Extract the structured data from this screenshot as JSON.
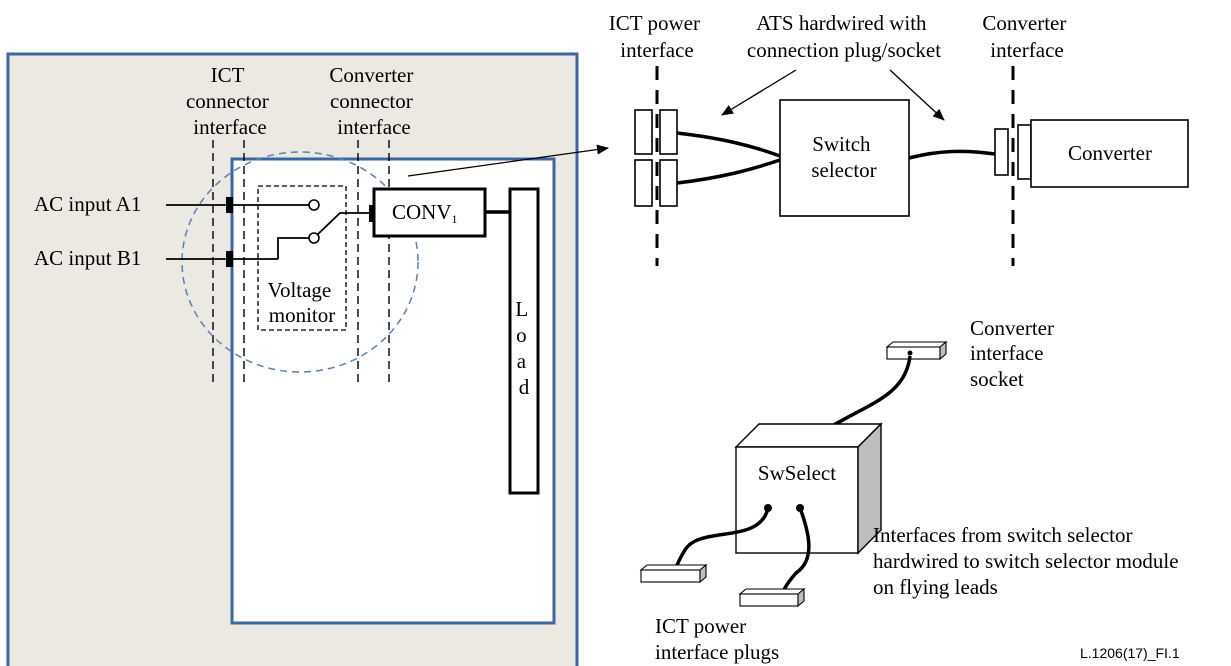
{
  "left_panel": {
    "ict_connector_interface": [
      "ICT",
      "connector",
      "interface"
    ],
    "converter_connector_interface": [
      "Converter",
      "connector",
      "interface"
    ],
    "ac_input_a1": "AC input A1",
    "ac_input_b1": "AC input B1",
    "voltage_monitor": [
      "Voltage",
      "monitor"
    ],
    "conv": "CONV",
    "conv_subscript": "1",
    "load": [
      "L",
      "o",
      "a",
      "d"
    ]
  },
  "top_right": {
    "ict_power_interface": [
      "ICT power",
      "interface"
    ],
    "ats_hardwired": [
      "ATS hardwired with",
      "connection plug/socket"
    ],
    "converter_interface": [
      "Converter",
      "interface"
    ],
    "switch_selector": [
      "Switch",
      "selector"
    ],
    "converter": "Converter"
  },
  "bottom_right": {
    "converter_interface_socket": [
      "Converter",
      "interface",
      "socket"
    ],
    "swselect": "SwSelect",
    "interfaces_note": [
      "Interfaces from switch selector",
      "hardwired to switch selector module",
      "on flying leads"
    ],
    "ict_power_interface_plugs": [
      "ICT power",
      "interface plugs"
    ]
  },
  "figure_id": "L.1206(17)_FI.1",
  "colors": {
    "enclosure_fill": "#ece9e2",
    "frame_blue": "#3b66a0",
    "ellipse_dash_blue": "#5b7fb7",
    "box_side_gray": "#bdbdbd"
  }
}
